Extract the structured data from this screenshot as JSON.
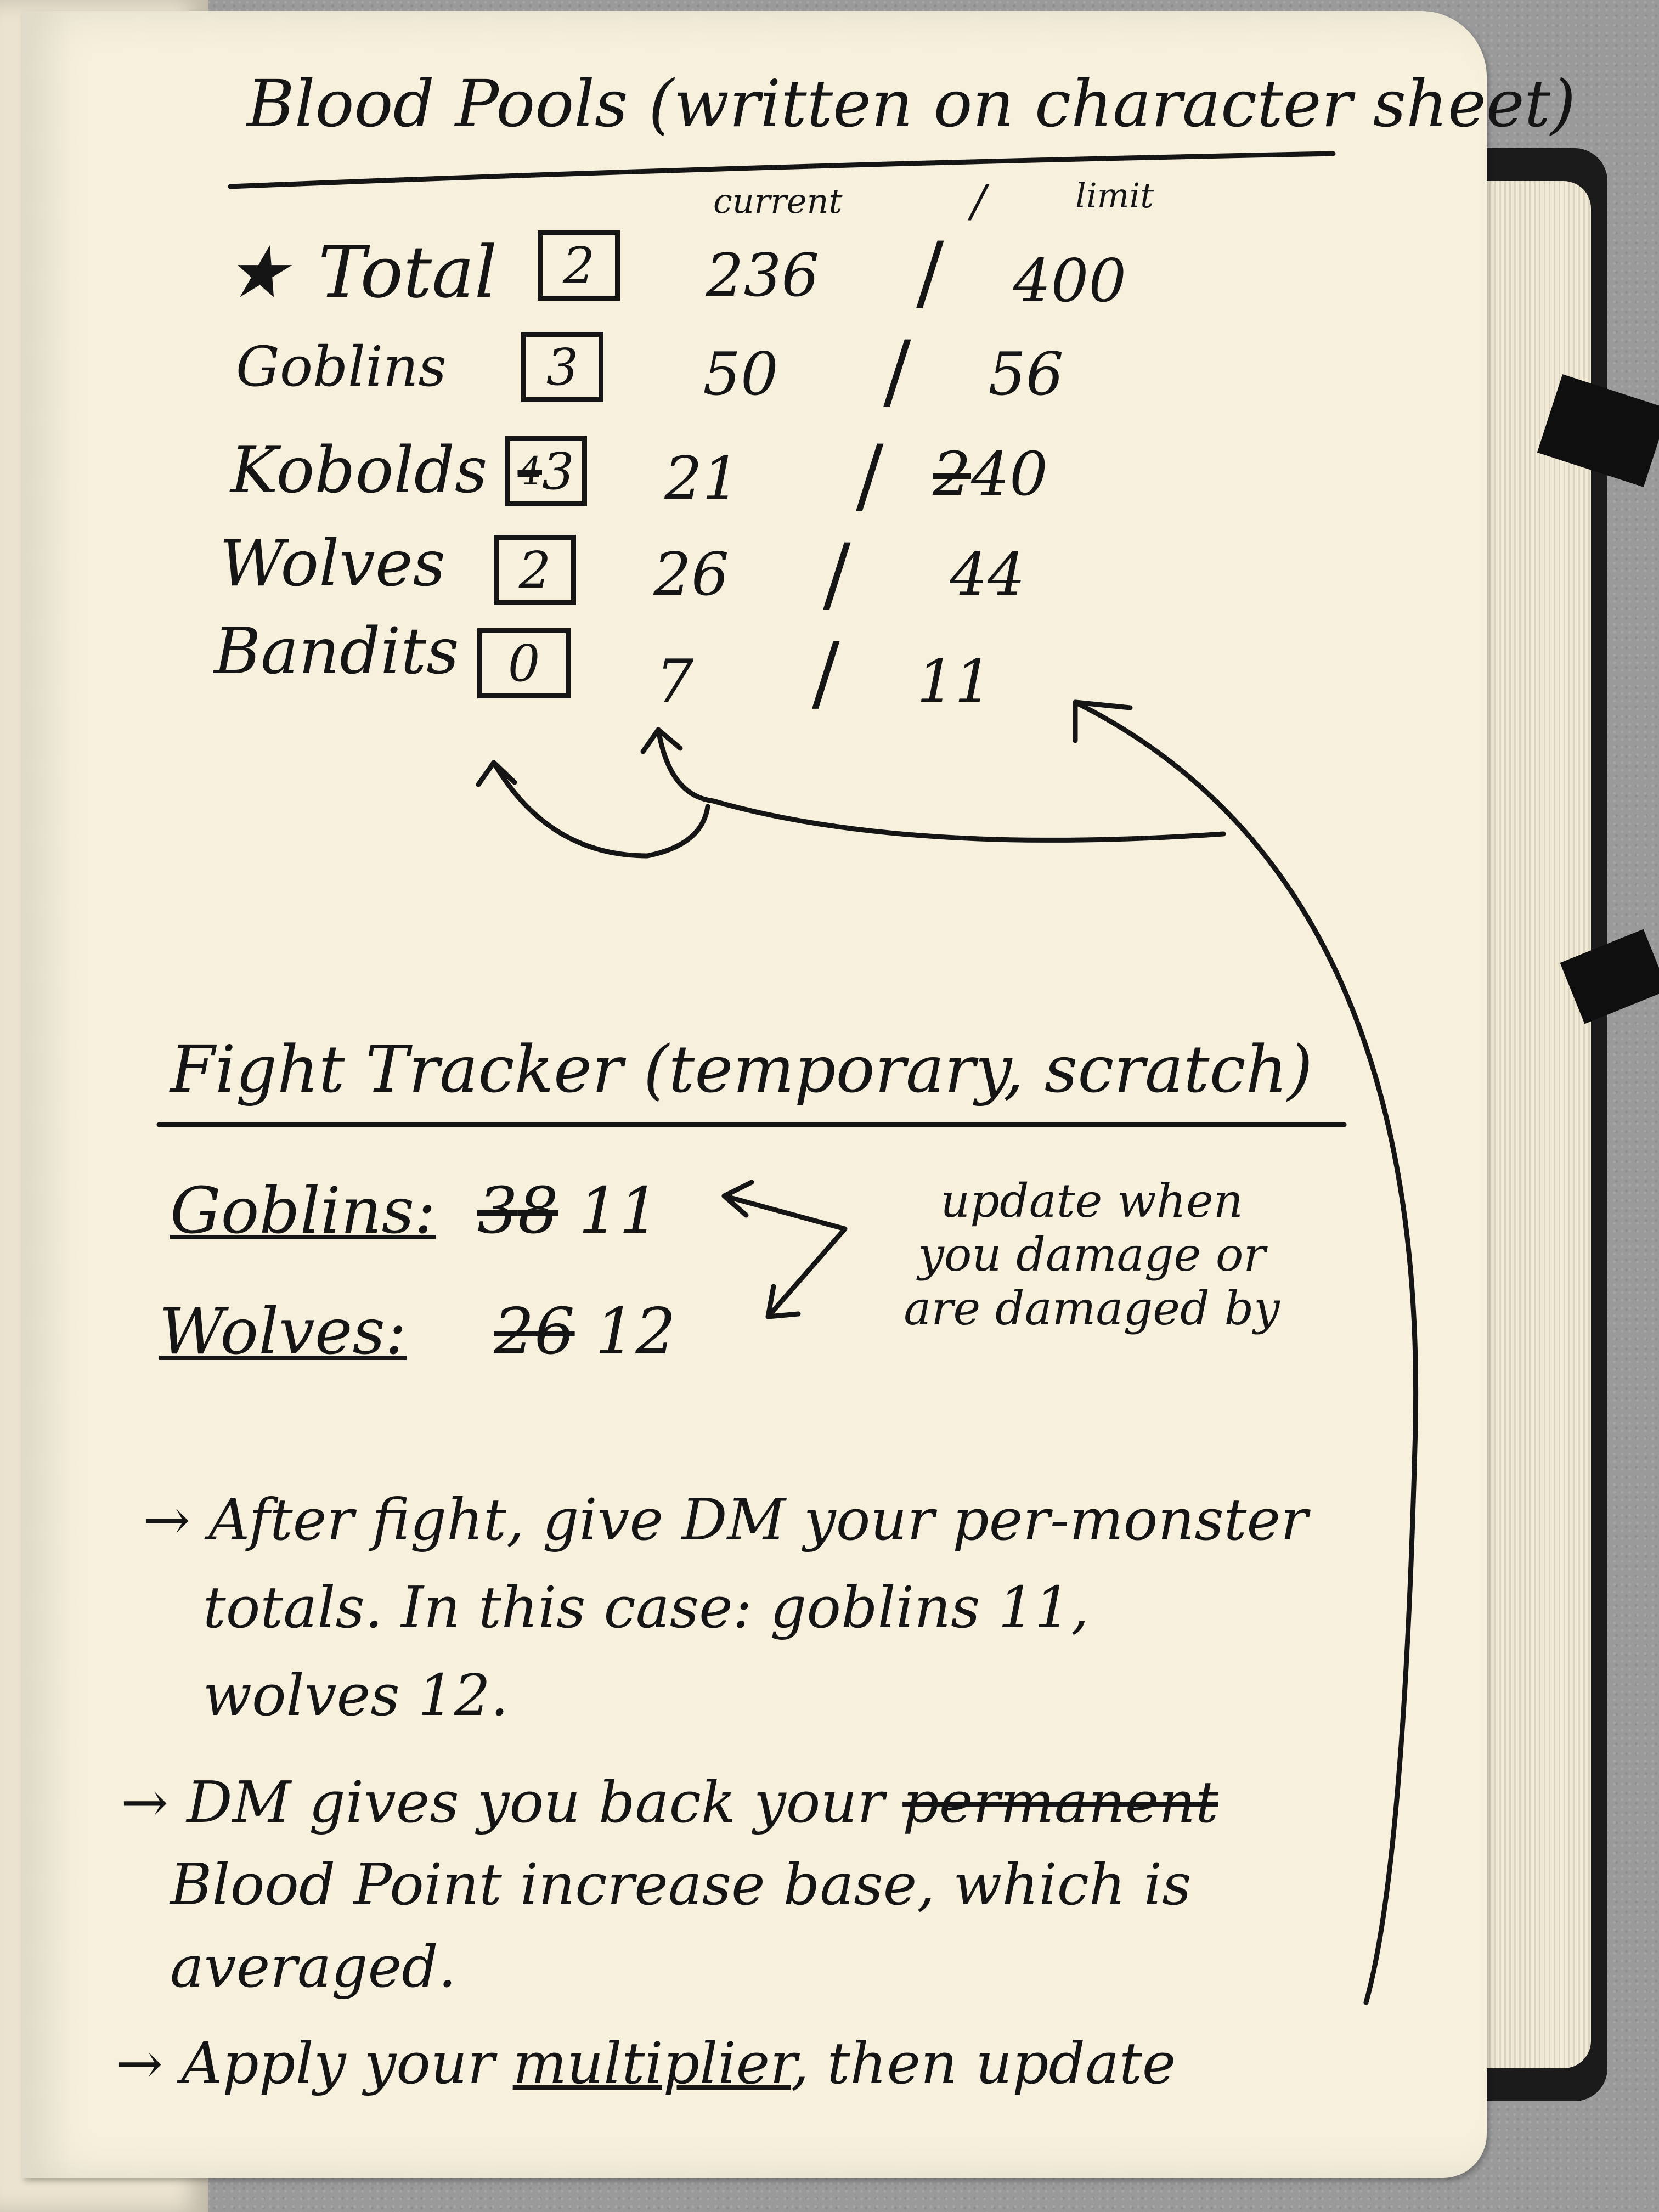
{
  "blood_pools": {
    "title": "Blood Pools (written on character sheet)",
    "col_current": "current",
    "col_divider": "/",
    "col_limit": "limit",
    "star": "★",
    "rows": [
      {
        "name": "Total",
        "box": "2",
        "current": "236",
        "limit": "400"
      },
      {
        "name": "Goblins",
        "box": "3",
        "current": "50",
        "limit": "56"
      },
      {
        "name": "Kobolds",
        "box": "3",
        "box_struck": "4",
        "current": "21",
        "limit": "40",
        "limit_struck": "2"
      },
      {
        "name": "Wolves",
        "box": "2",
        "current": "26",
        "limit": "44"
      },
      {
        "name": "Bandits",
        "box": "0",
        "current": "7",
        "limit": "11"
      }
    ],
    "slash": "/"
  },
  "fight_tracker": {
    "title": "Fight Tracker (temporary, scratch)",
    "goblins_label": "Goblins:",
    "goblins_struck_1": "3",
    "goblins_struck_2": "8",
    "goblins_value": "11",
    "wolves_label": "Wolves:",
    "wolves_struck_1": "2",
    "wolves_struck_2": "6",
    "wolves_value": "12",
    "side_note": [
      "update when",
      "you damage or",
      "are damaged by"
    ]
  },
  "notes": {
    "arrow": "→",
    "note1": [
      "After fight, give DM your per-monster",
      "totals. In this case: goblins 11,",
      "wolves 12."
    ],
    "note2_line1": "DM gives you back your ",
    "note2_struck": "permanent",
    "note2_rest": [
      "Blood Point increase base, which is",
      "averaged."
    ],
    "note3_pre": "Apply your ",
    "note3_underlined": "multiplier",
    "note3_post": ", then update"
  }
}
